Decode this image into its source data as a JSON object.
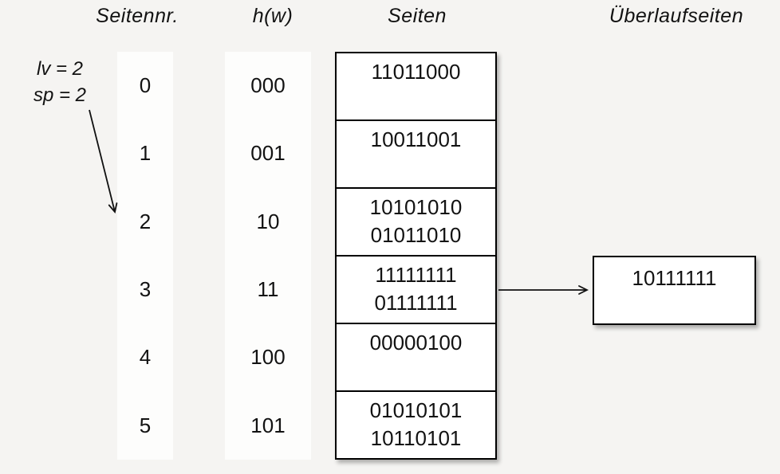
{
  "headers": {
    "seitennr": "Seitennr.",
    "hw": "h(w)",
    "seiten": "Seiten",
    "ueberlaufseiten": "Überlaufseiten"
  },
  "annotation": {
    "line1": "lv = 2",
    "line2": "sp = 2"
  },
  "table": {
    "rows": [
      {
        "nr": "0",
        "h": "000",
        "records": [
          "11011000"
        ]
      },
      {
        "nr": "1",
        "h": "001",
        "records": [
          "10011001"
        ]
      },
      {
        "nr": "2",
        "h": "10",
        "records": [
          "10101010",
          "01011010"
        ]
      },
      {
        "nr": "3",
        "h": "11",
        "records": [
          "11111111",
          "01111111"
        ]
      },
      {
        "nr": "4",
        "h": "100",
        "records": [
          "00000100"
        ]
      },
      {
        "nr": "5",
        "h": "101",
        "records": [
          "01010101",
          "10110101"
        ]
      }
    ]
  },
  "overflow": {
    "value": "10111111"
  },
  "colors": {
    "background": "#f5f4f2",
    "surface": "#ffffff",
    "strip": "#fdfdfc",
    "border": "#000000",
    "text": "#121212"
  }
}
